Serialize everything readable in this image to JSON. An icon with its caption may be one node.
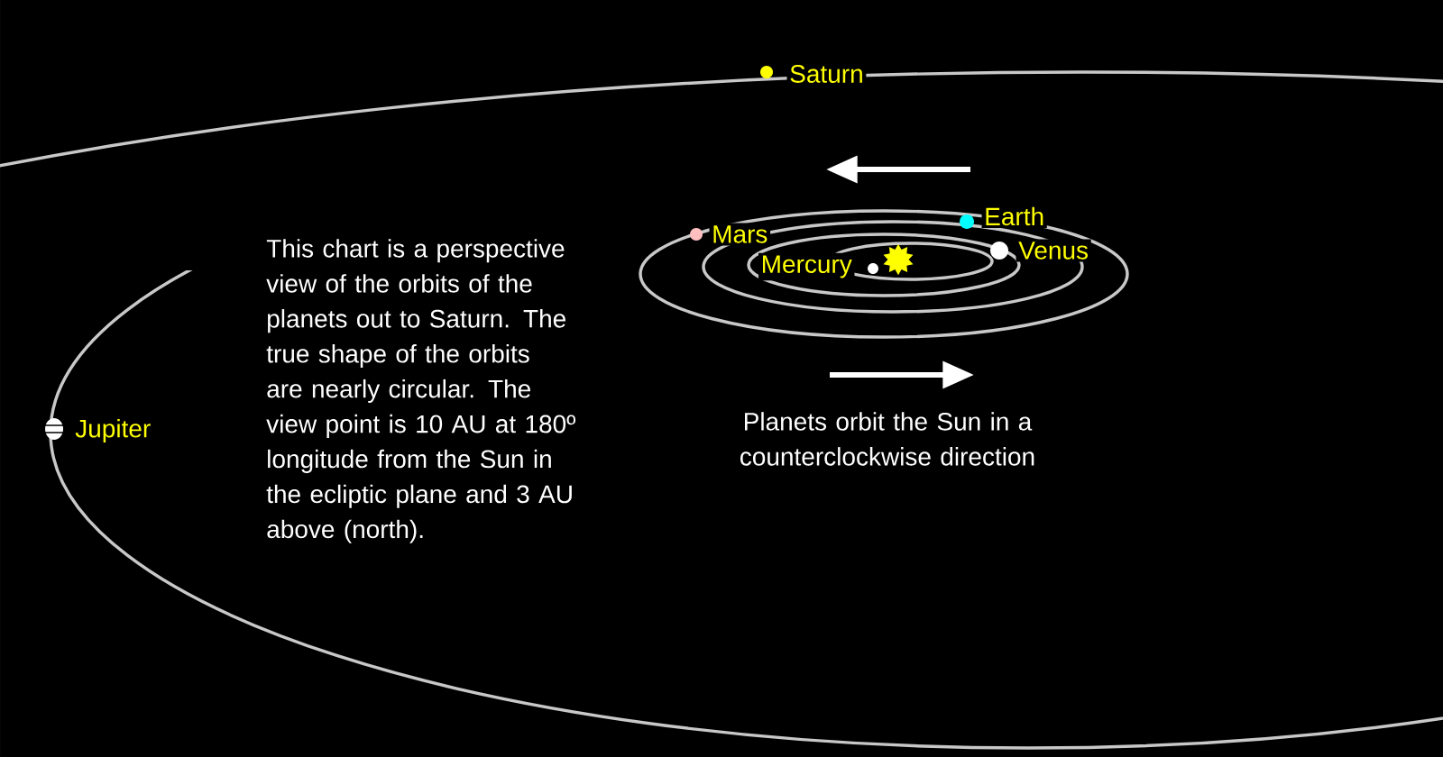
{
  "diagram": {
    "labels": [
      "Saturn",
      "Earth",
      "Mars",
      "Venus",
      "Mercury",
      "This chart is a perspective view of the orbits of the planets out to Saturn.  The true shape of the orbits are nearly circular. The view point is 10 AU at 180º longitude from the Sun in the ecliptic plane and 3 AU above (north).",
      "Jupiter",
      "Planets orbit the Sun in a counterclockwise direction"
    ]
  }
}
